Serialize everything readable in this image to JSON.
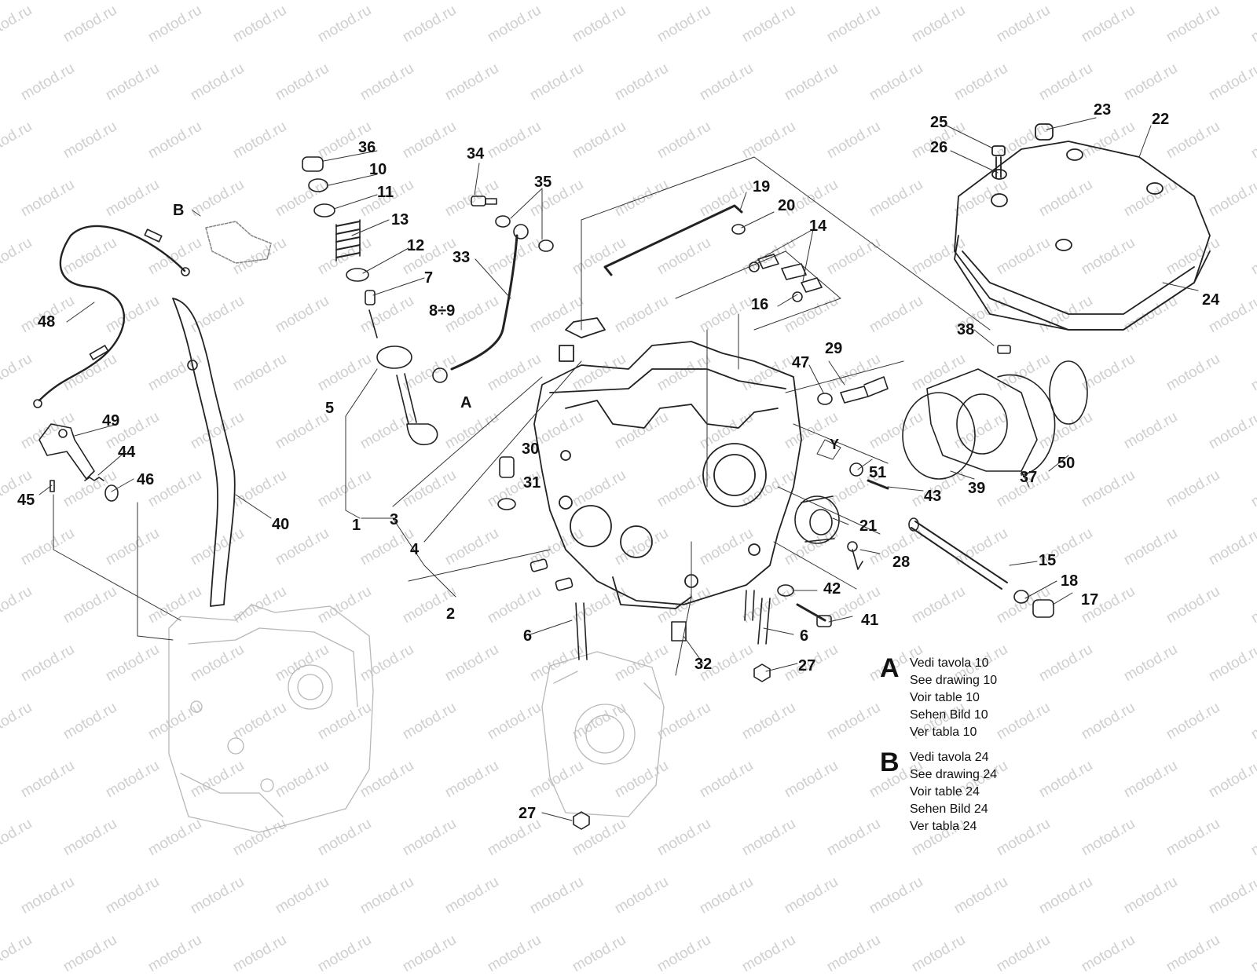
{
  "watermark": "motod.ru",
  "callouts": {
    "c1": "1",
    "c2": "2",
    "c3": "3",
    "c4": "4",
    "c5": "5",
    "c6a": "6",
    "c6b": "6",
    "c7": "7",
    "c8_9": "8÷9",
    "c10": "10",
    "c11": "11",
    "c12": "12",
    "c13": "13",
    "c14": "14",
    "c15": "15",
    "c16": "16",
    "c17": "17",
    "c18": "18",
    "c19": "19",
    "c20": "20",
    "c21": "21",
    "c22": "22",
    "c23": "23",
    "c24": "24",
    "c25": "25",
    "c26": "26",
    "c27a": "27",
    "c27b": "27",
    "c28": "28",
    "c29": "29",
    "c30": "30",
    "c31": "31",
    "c32": "32",
    "c33": "33",
    "c34": "34",
    "c35": "35",
    "c36": "36",
    "c37": "37",
    "c38": "38",
    "c39": "39",
    "c40": "40",
    "c41": "41",
    "c42": "42",
    "c43": "43",
    "c44": "44",
    "c45": "45",
    "c46": "46",
    "c47": "47",
    "c48": "48",
    "c49": "49",
    "c50": "50",
    "c51": "51",
    "ref_a": "A",
    "ref_b": "B",
    "ref_y": "Y"
  },
  "legend_a": {
    "letter": "A",
    "lines": [
      "Vedi tavola 10",
      "See drawing 10",
      "Voir table 10",
      "Sehen Bild 10",
      "Ver tabla 10"
    ]
  },
  "legend_b": {
    "letter": "B",
    "lines": [
      "Vedi tavola 24",
      "See drawing 24",
      "Voir table 24",
      "Sehen Bild 24",
      "Ver tabla 24"
    ]
  }
}
